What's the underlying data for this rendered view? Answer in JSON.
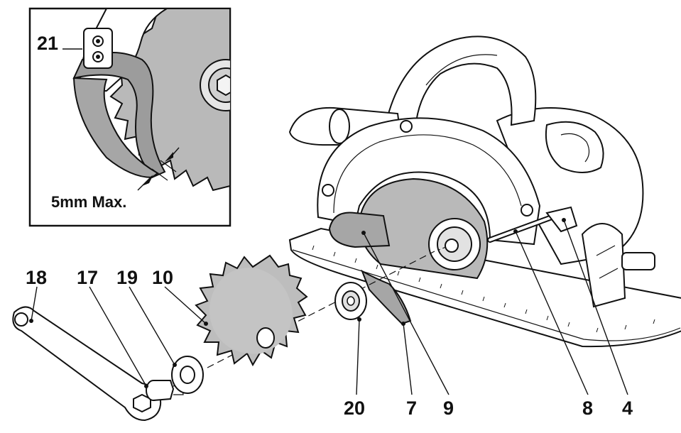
{
  "colors": {
    "ink": "#111111",
    "blade_grey": "#b9b9b9",
    "guard_grey": "#a6a6a6",
    "body_white": "#ffffff",
    "background": "#ffffff"
  },
  "inset": {
    "part_label": "21",
    "note": "5mm Max."
  },
  "callouts": {
    "c18": "18",
    "c17": "17",
    "c19": "19",
    "c10": "10",
    "c20": "20",
    "c7": "7",
    "c9": "9",
    "c8": "8",
    "c4": "4"
  }
}
